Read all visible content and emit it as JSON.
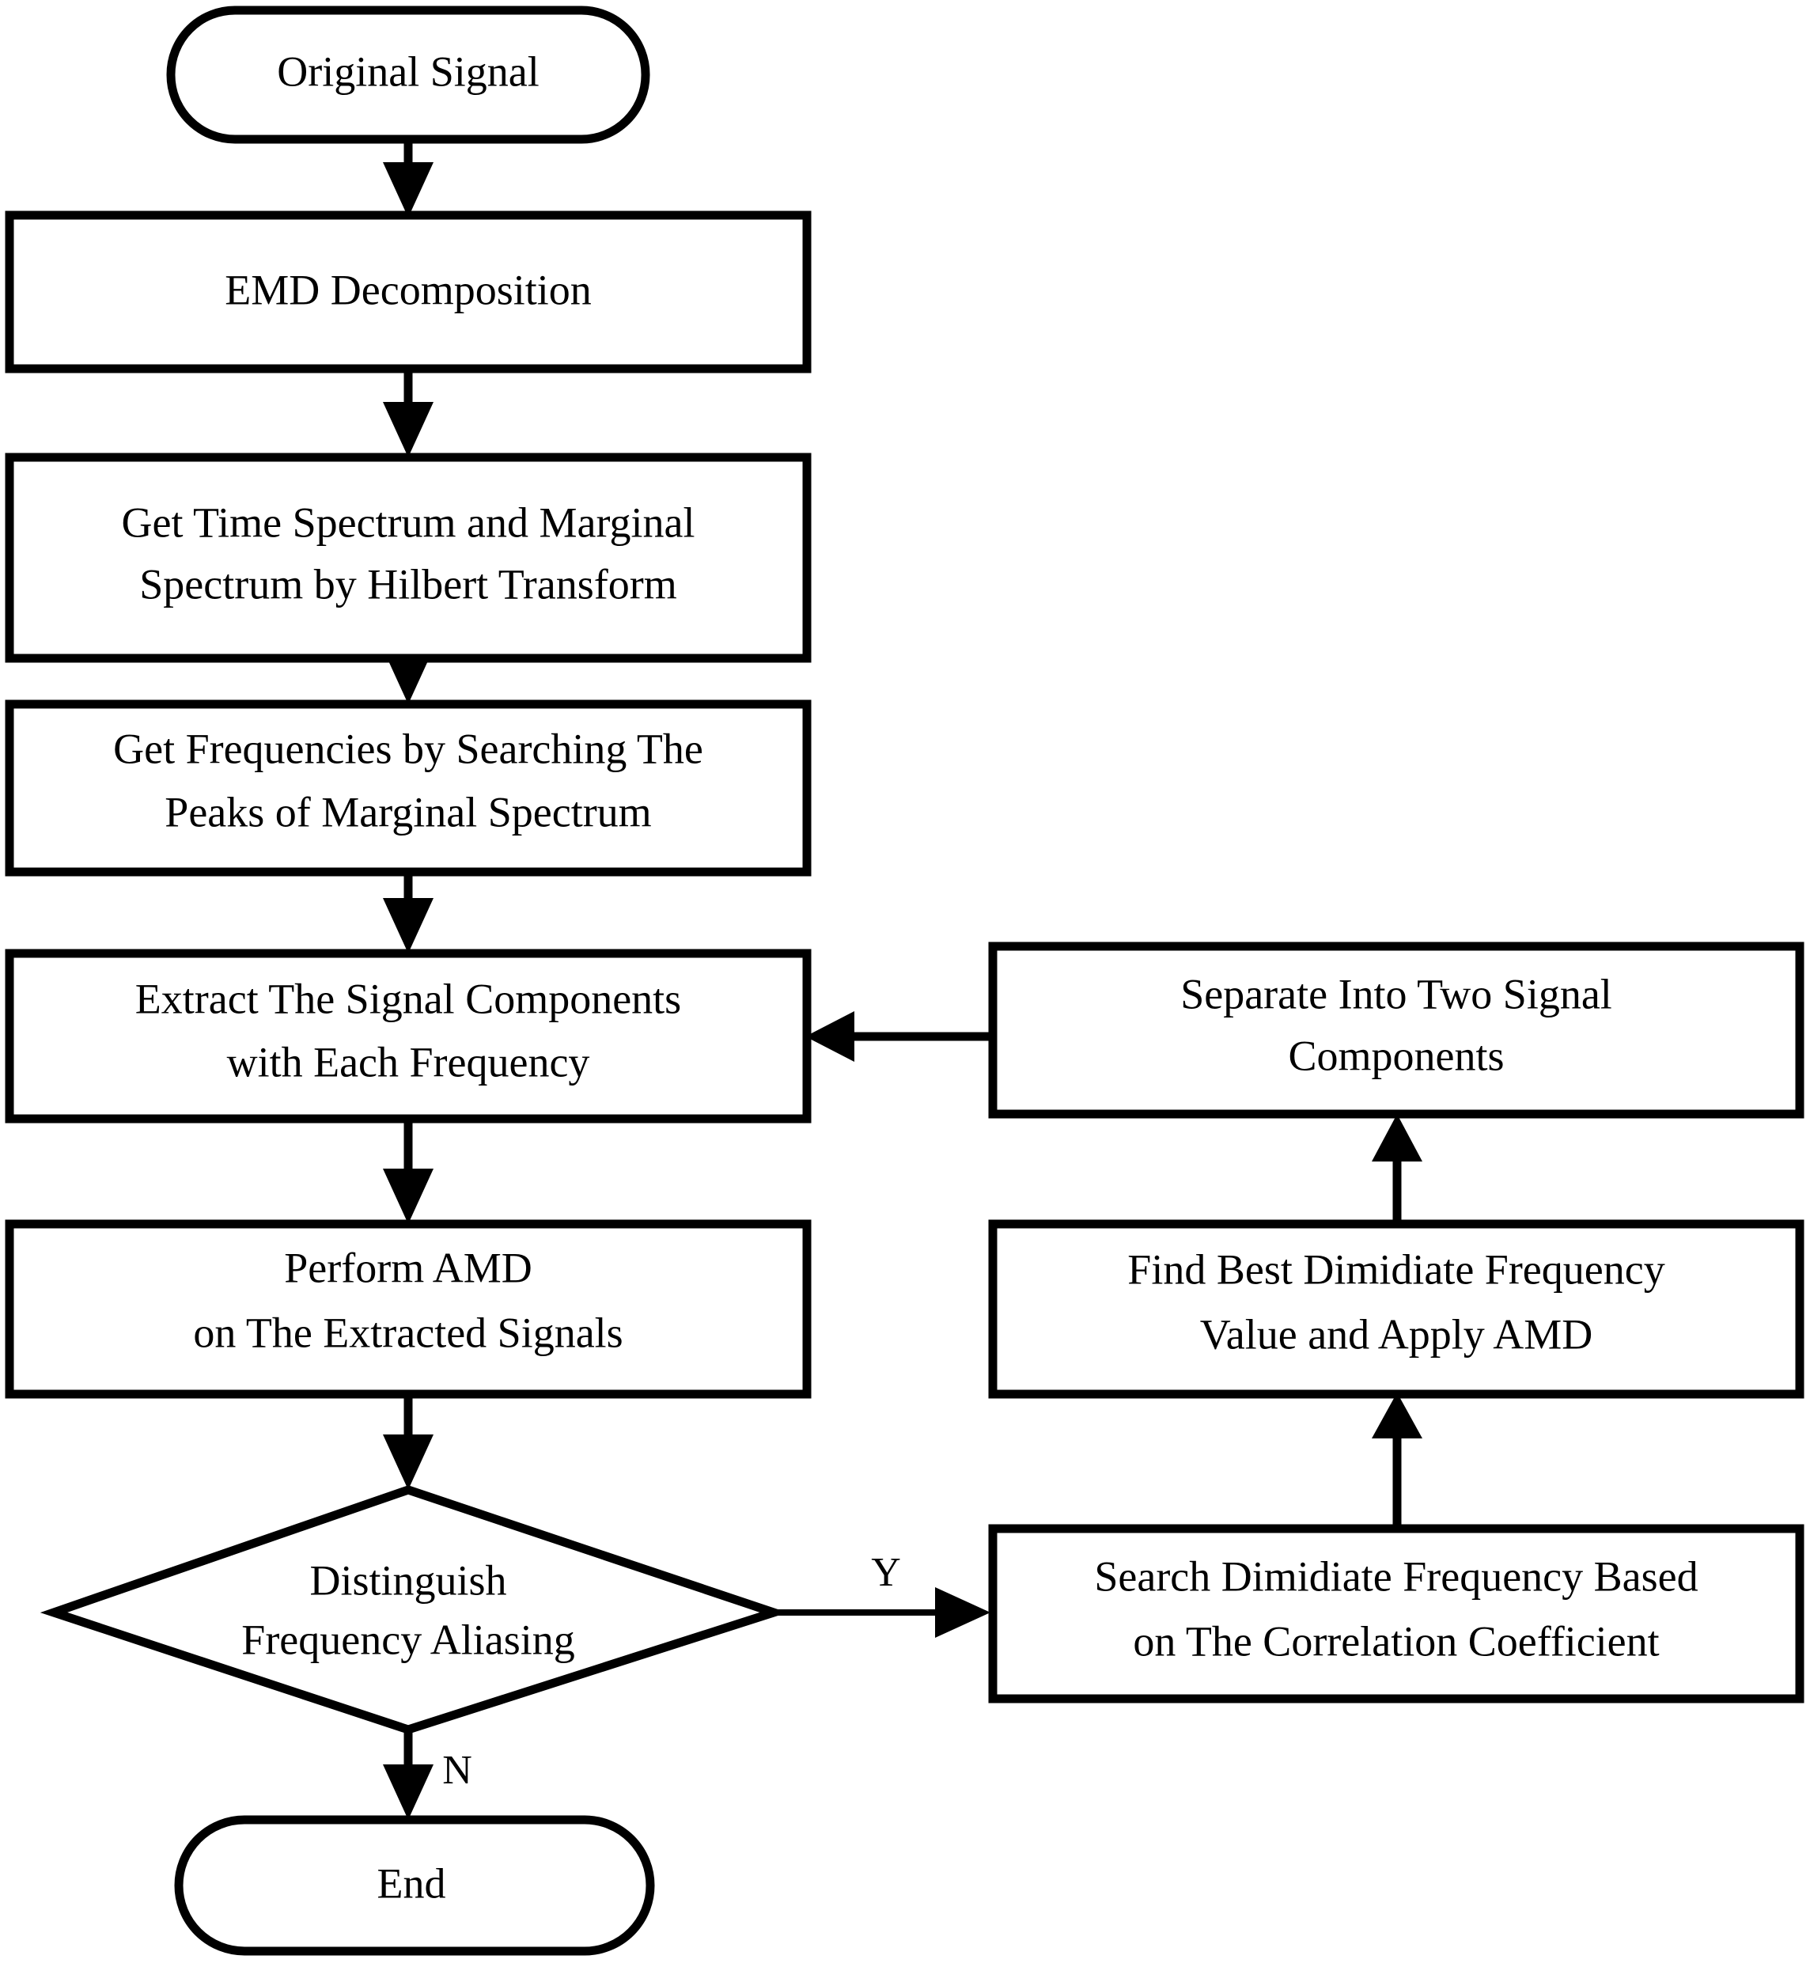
{
  "diagram": {
    "title": "EMD-AMD Frequency Aliasing Flowchart",
    "colors": {
      "stroke": "#000000",
      "fill": "#ffffff",
      "text": "#000000"
    },
    "nodes": {
      "start": {
        "shape": "terminator",
        "label": "Original Signal"
      },
      "emd": {
        "shape": "process",
        "label": "EMD Decomposition"
      },
      "hilbert": {
        "shape": "process",
        "line1": "Get Time Spectrum and Marginal",
        "line2": "Spectrum by Hilbert Transform"
      },
      "peaks": {
        "shape": "process",
        "line1": "Get Frequencies by Searching The",
        "line2": "Peaks of Marginal Spectrum"
      },
      "extract": {
        "shape": "process",
        "line1": "Extract The Signal Components",
        "line2": "with Each Frequency"
      },
      "amd": {
        "shape": "process",
        "line1": "Perform AMD",
        "line2": "on The Extracted Signals"
      },
      "decision": {
        "shape": "decision",
        "line1": "Distinguish",
        "line2": "Frequency Aliasing"
      },
      "end": {
        "shape": "terminator",
        "label": "End"
      },
      "separate": {
        "shape": "process",
        "line1": "Separate Into Two Signal",
        "line2": "Components"
      },
      "find_best": {
        "shape": "process",
        "line1": "Find Best Dimidiate Frequency",
        "line2": "Value and Apply AMD"
      },
      "search": {
        "shape": "process",
        "line1": "Search Dimidiate Frequency Based",
        "line2": "on The Correlation Coefficient"
      }
    },
    "edge_labels": {
      "yes": "Y",
      "no": "N"
    }
  }
}
